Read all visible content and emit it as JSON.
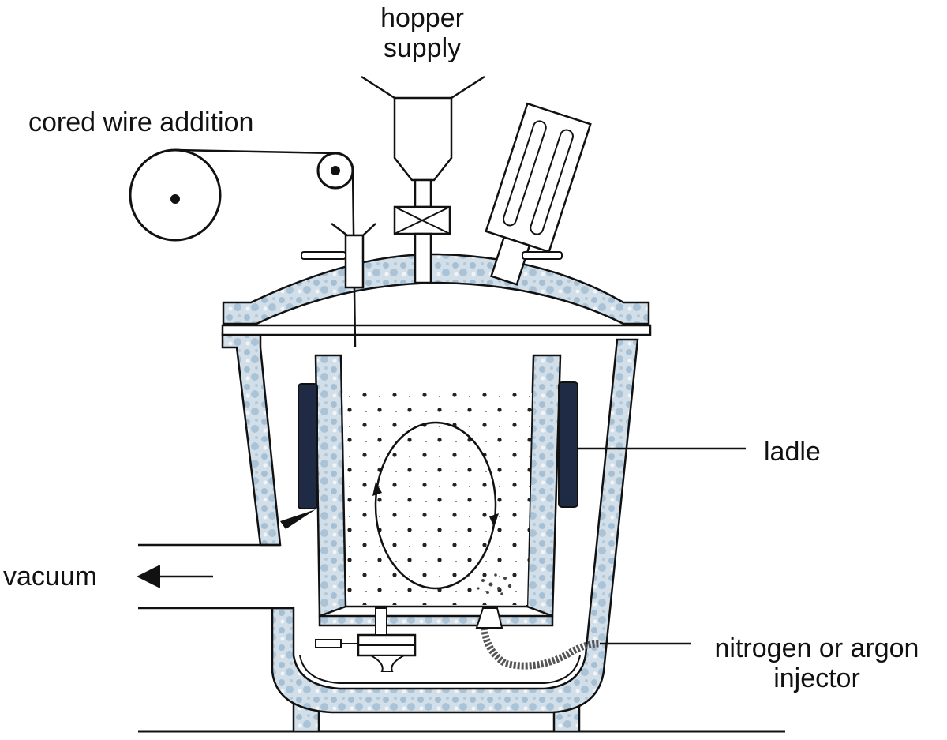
{
  "labels": {
    "hopper_line1": "hopper",
    "hopper_line2": "supply",
    "cored_wire": "cored wire addition",
    "ladle": "ladle",
    "vacuum": "vacuum",
    "injector_line1": "nitrogen or argon",
    "injector_line2": "injector"
  },
  "colors": {
    "ink": "#111111",
    "refractory": "#c9d7e2",
    "refractory_mottle": "#6e9bbd",
    "coil": "#1f2a44",
    "background": "#ffffff"
  }
}
